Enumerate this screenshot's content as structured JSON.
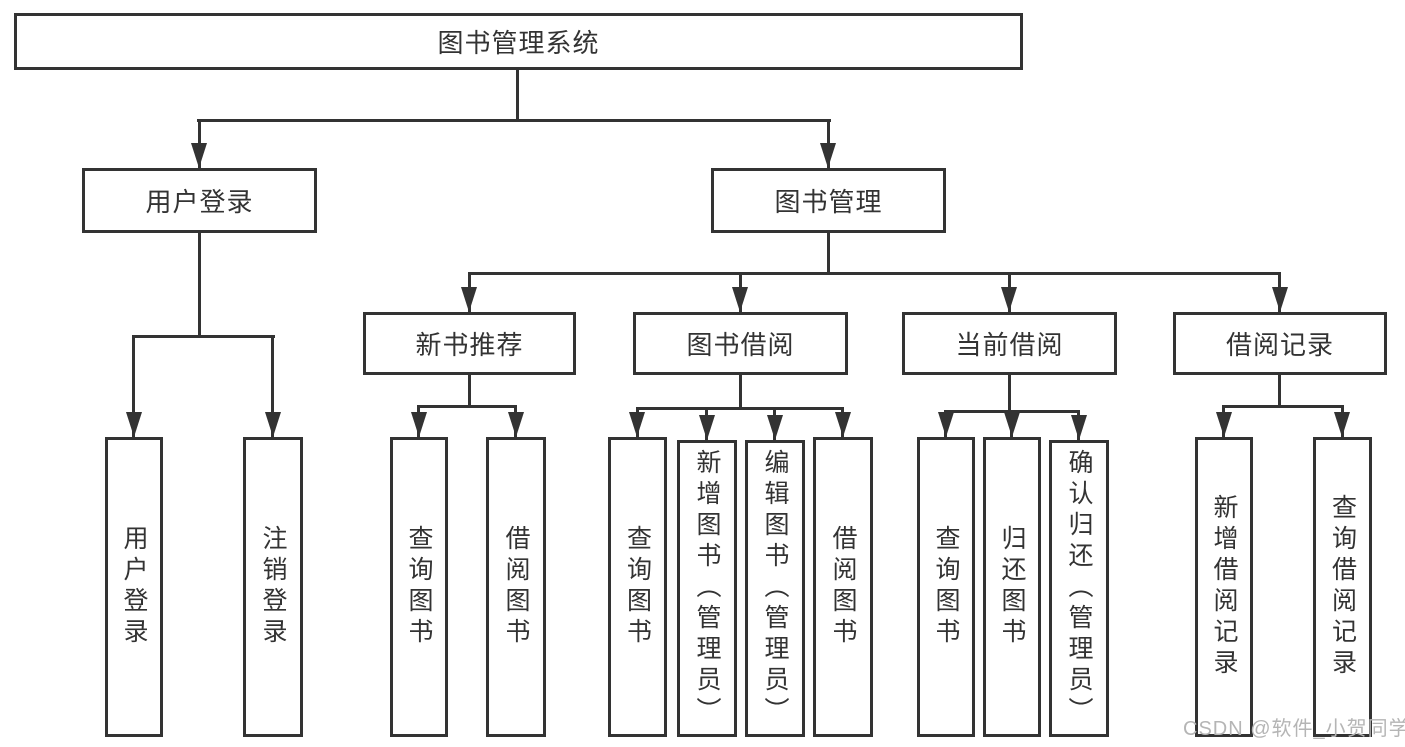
{
  "diagram_title": "图书管理系统",
  "colors": {
    "line": "#333333",
    "text": "#333333",
    "box_background": "#ffffff",
    "watermark": "#b5b5b5"
  },
  "tree": {
    "label": "图书管理系统",
    "children": [
      {
        "label": "用户登录",
        "children": [
          {
            "label": "用户登录"
          },
          {
            "label": "注销登录"
          }
        ]
      },
      {
        "label": "图书管理",
        "children": [
          {
            "label": "新书推荐",
            "children": [
              {
                "label": "查询图书"
              },
              {
                "label": "借阅图书"
              }
            ]
          },
          {
            "label": "图书借阅",
            "children": [
              {
                "label": "查询图书"
              },
              {
                "label": "新增图书（管理员）"
              },
              {
                "label": "编辑图书（管理员）"
              },
              {
                "label": "借阅图书"
              }
            ]
          },
          {
            "label": "当前借阅",
            "children": [
              {
                "label": "查询图书"
              },
              {
                "label": "归还图书"
              },
              {
                "label": "确认归还（管理员）"
              }
            ]
          },
          {
            "label": "借阅记录",
            "children": [
              {
                "label": "新增借阅记录"
              },
              {
                "label": "查询借阅记录"
              }
            ]
          }
        ]
      }
    ]
  },
  "watermark": "CSDN @软件_小贺同学"
}
